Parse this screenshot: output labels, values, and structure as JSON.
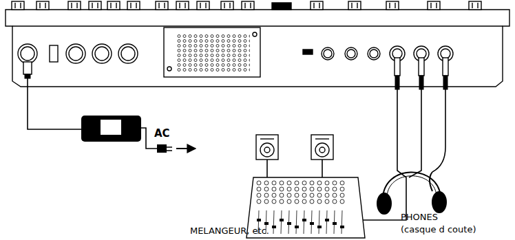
{
  "diagram": {
    "labels": [
      "AC",
      "PHONES",
      "(casque d coute)",
      "MELANGEUR, etc."
    ]
  }
}
